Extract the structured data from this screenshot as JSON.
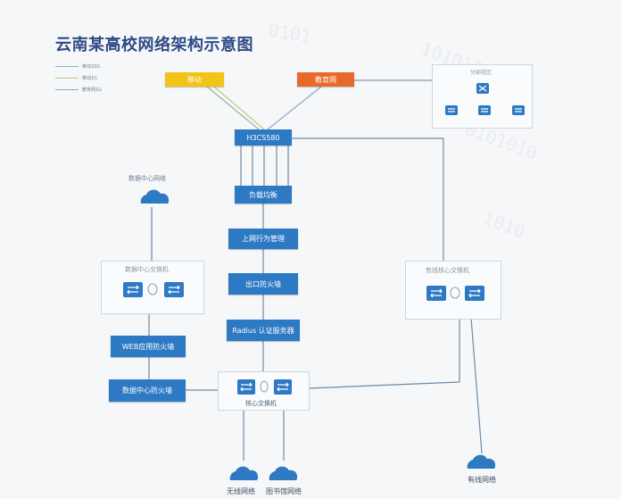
{
  "title": "云南某高校网络架构示意图",
  "legend": [
    {
      "label": "移动10G",
      "color": "#8fb4a8"
    },
    {
      "label": "移动1G",
      "color": "#c9c27a"
    },
    {
      "label": "教育网1G",
      "color": "#8aa7c9"
    }
  ],
  "isp": {
    "mobile": "移动",
    "edu": "教育网"
  },
  "branch": {
    "label": "分部校区"
  },
  "core_chain": {
    "h3c": "H3CS580",
    "load_balancer": "负载均衡",
    "behavior_mgmt": "上网行为管理",
    "firewall": "出口防火墙",
    "radius": "Radius 认证服务器"
  },
  "datacenter": {
    "network": "数据中心网络",
    "switch": "数据中心交换机",
    "web_fw": "WEB应用防火墙",
    "dc_fw": "数据中心防火墙"
  },
  "wired": {
    "switch": "有线核心交换机",
    "network": "有线网络"
  },
  "core_switch": {
    "label": "核心交换机"
  },
  "bottom": {
    "wireless": "无线网络",
    "library": "图书馆网络"
  },
  "colors": {
    "blue": "#2d79c4",
    "yellow": "#f3c417",
    "orange": "#e86a2b",
    "title": "#2f4a86"
  }
}
